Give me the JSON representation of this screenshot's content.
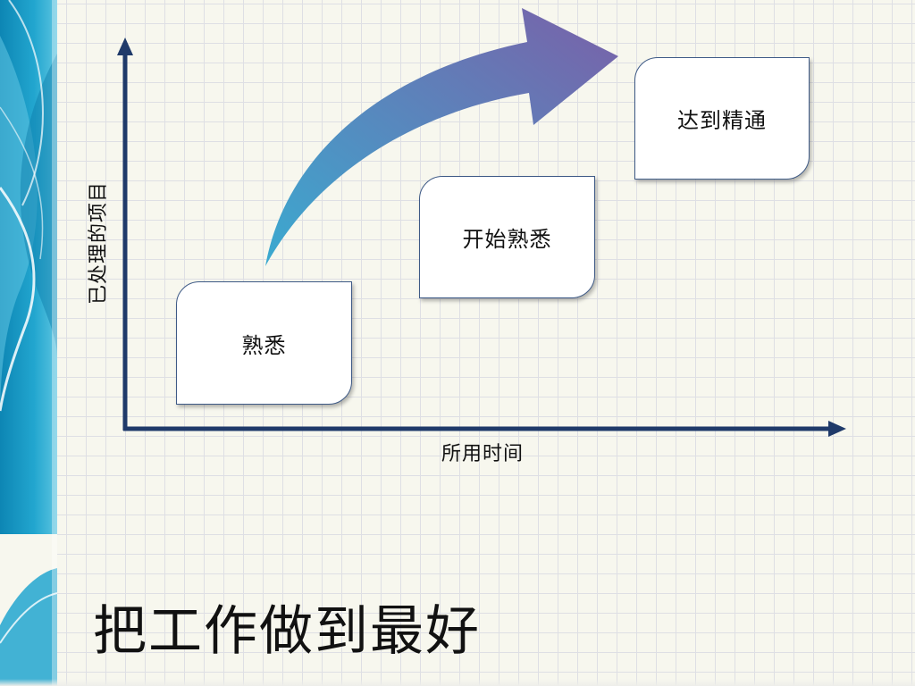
{
  "slide": {
    "title": "把工作做到最好"
  },
  "diagram": {
    "y_axis_label": "已处理的项目",
    "x_axis_label": "所用时间",
    "stages": [
      {
        "label": "熟悉"
      },
      {
        "label": "开始熟悉"
      },
      {
        "label": "达到精通"
      }
    ]
  },
  "colors": {
    "axis": "#1f3a6a",
    "arrow_start": "#3aaad0",
    "arrow_end": "#7a60a8",
    "box_border": "#3e5a86",
    "side_band": "#1fa0c8",
    "background": "#f7f7ee"
  },
  "icons": {
    "growth_arrow": "curved-arrow-icon"
  }
}
